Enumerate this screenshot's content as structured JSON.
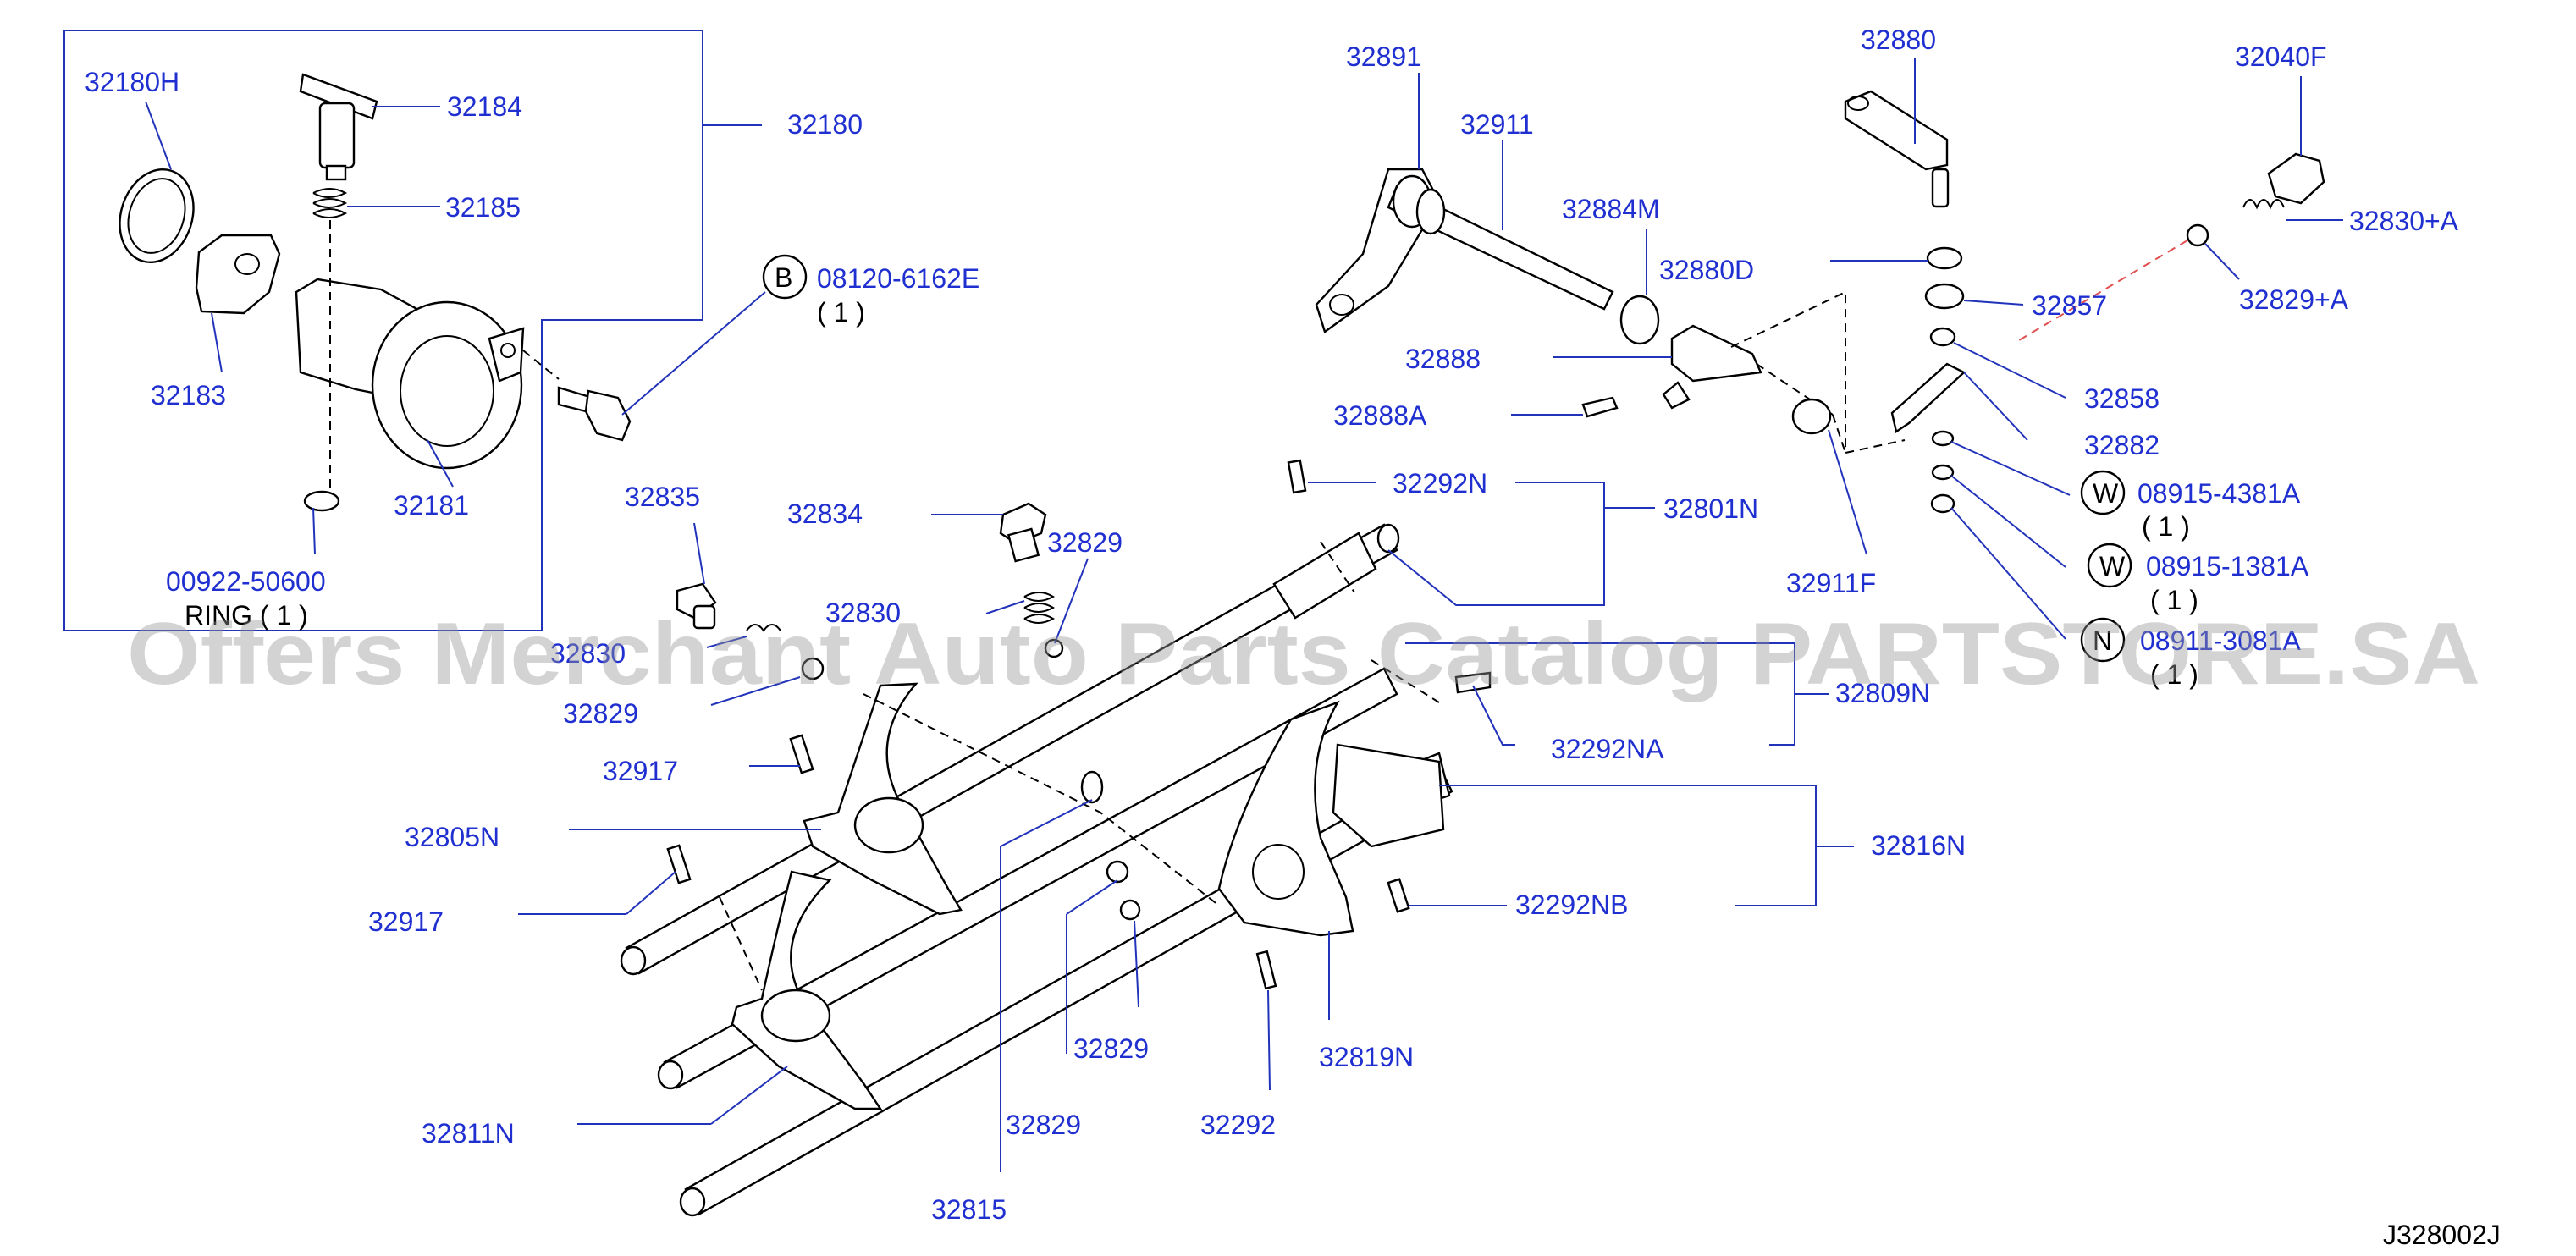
{
  "labels": {
    "p32180H": "32180H",
    "p32184": "32184",
    "p32180": "32180",
    "p32185": "32185",
    "p32183": "32183",
    "p32181": "32181",
    "p00922": "00922-50600",
    "ring_qty": "RING ( 1 )",
    "p08120": "08120-6162E",
    "qty_08120": "( 1 )",
    "p32835": "32835",
    "p32834": "32834",
    "p32829_a": "32829",
    "p32830": "32830",
    "p32830b": "32830",
    "p32829_b": "32829",
    "p32917_a": "32917",
    "p32805N": "32805N",
    "p32917_b": "32917",
    "p32811N": "32811N",
    "p32815": "32815",
    "p32829_c": "32829",
    "p32829_d": "32829",
    "p32292": "32292",
    "p32819N": "32819N",
    "p32292NB": "32292NB",
    "p32816N": "32816N",
    "p32292NA": "32292NA",
    "p32809N": "32809N",
    "p32292N": "32292N",
    "p32801N": "32801N",
    "p32891": "32891",
    "p32911": "32911",
    "p32884M": "32884M",
    "p32880D": "32880D",
    "p32888": "32888",
    "p32888A": "32888A",
    "p32911F": "32911F",
    "p32880": "32880",
    "p32040F": "32040F",
    "p32830A": "32830+A",
    "p32829A": "32829+A",
    "p32857": "32857",
    "p32858": "32858",
    "p32882": "32882",
    "p08915_4381": "08915-4381A",
    "qty_4381": "( 1 )",
    "p08915_1381": "08915-1381A",
    "qty_1381": "( 1 )",
    "p08911": "08911-3081A",
    "qty_08911": "( 1 )",
    "diagram_code": "J328002J"
  },
  "badges": {
    "b": "B",
    "w1": "W",
    "w2": "W",
    "n": "N"
  },
  "watermark": "Offers Merchant Auto Parts Catalog PARTSTORE.SA",
  "colors": {
    "label": "#1f2fd0",
    "leader": "#2233bb",
    "part_line": "#000000",
    "guide_dash": "#e05050",
    "watermark": "#969696"
  }
}
